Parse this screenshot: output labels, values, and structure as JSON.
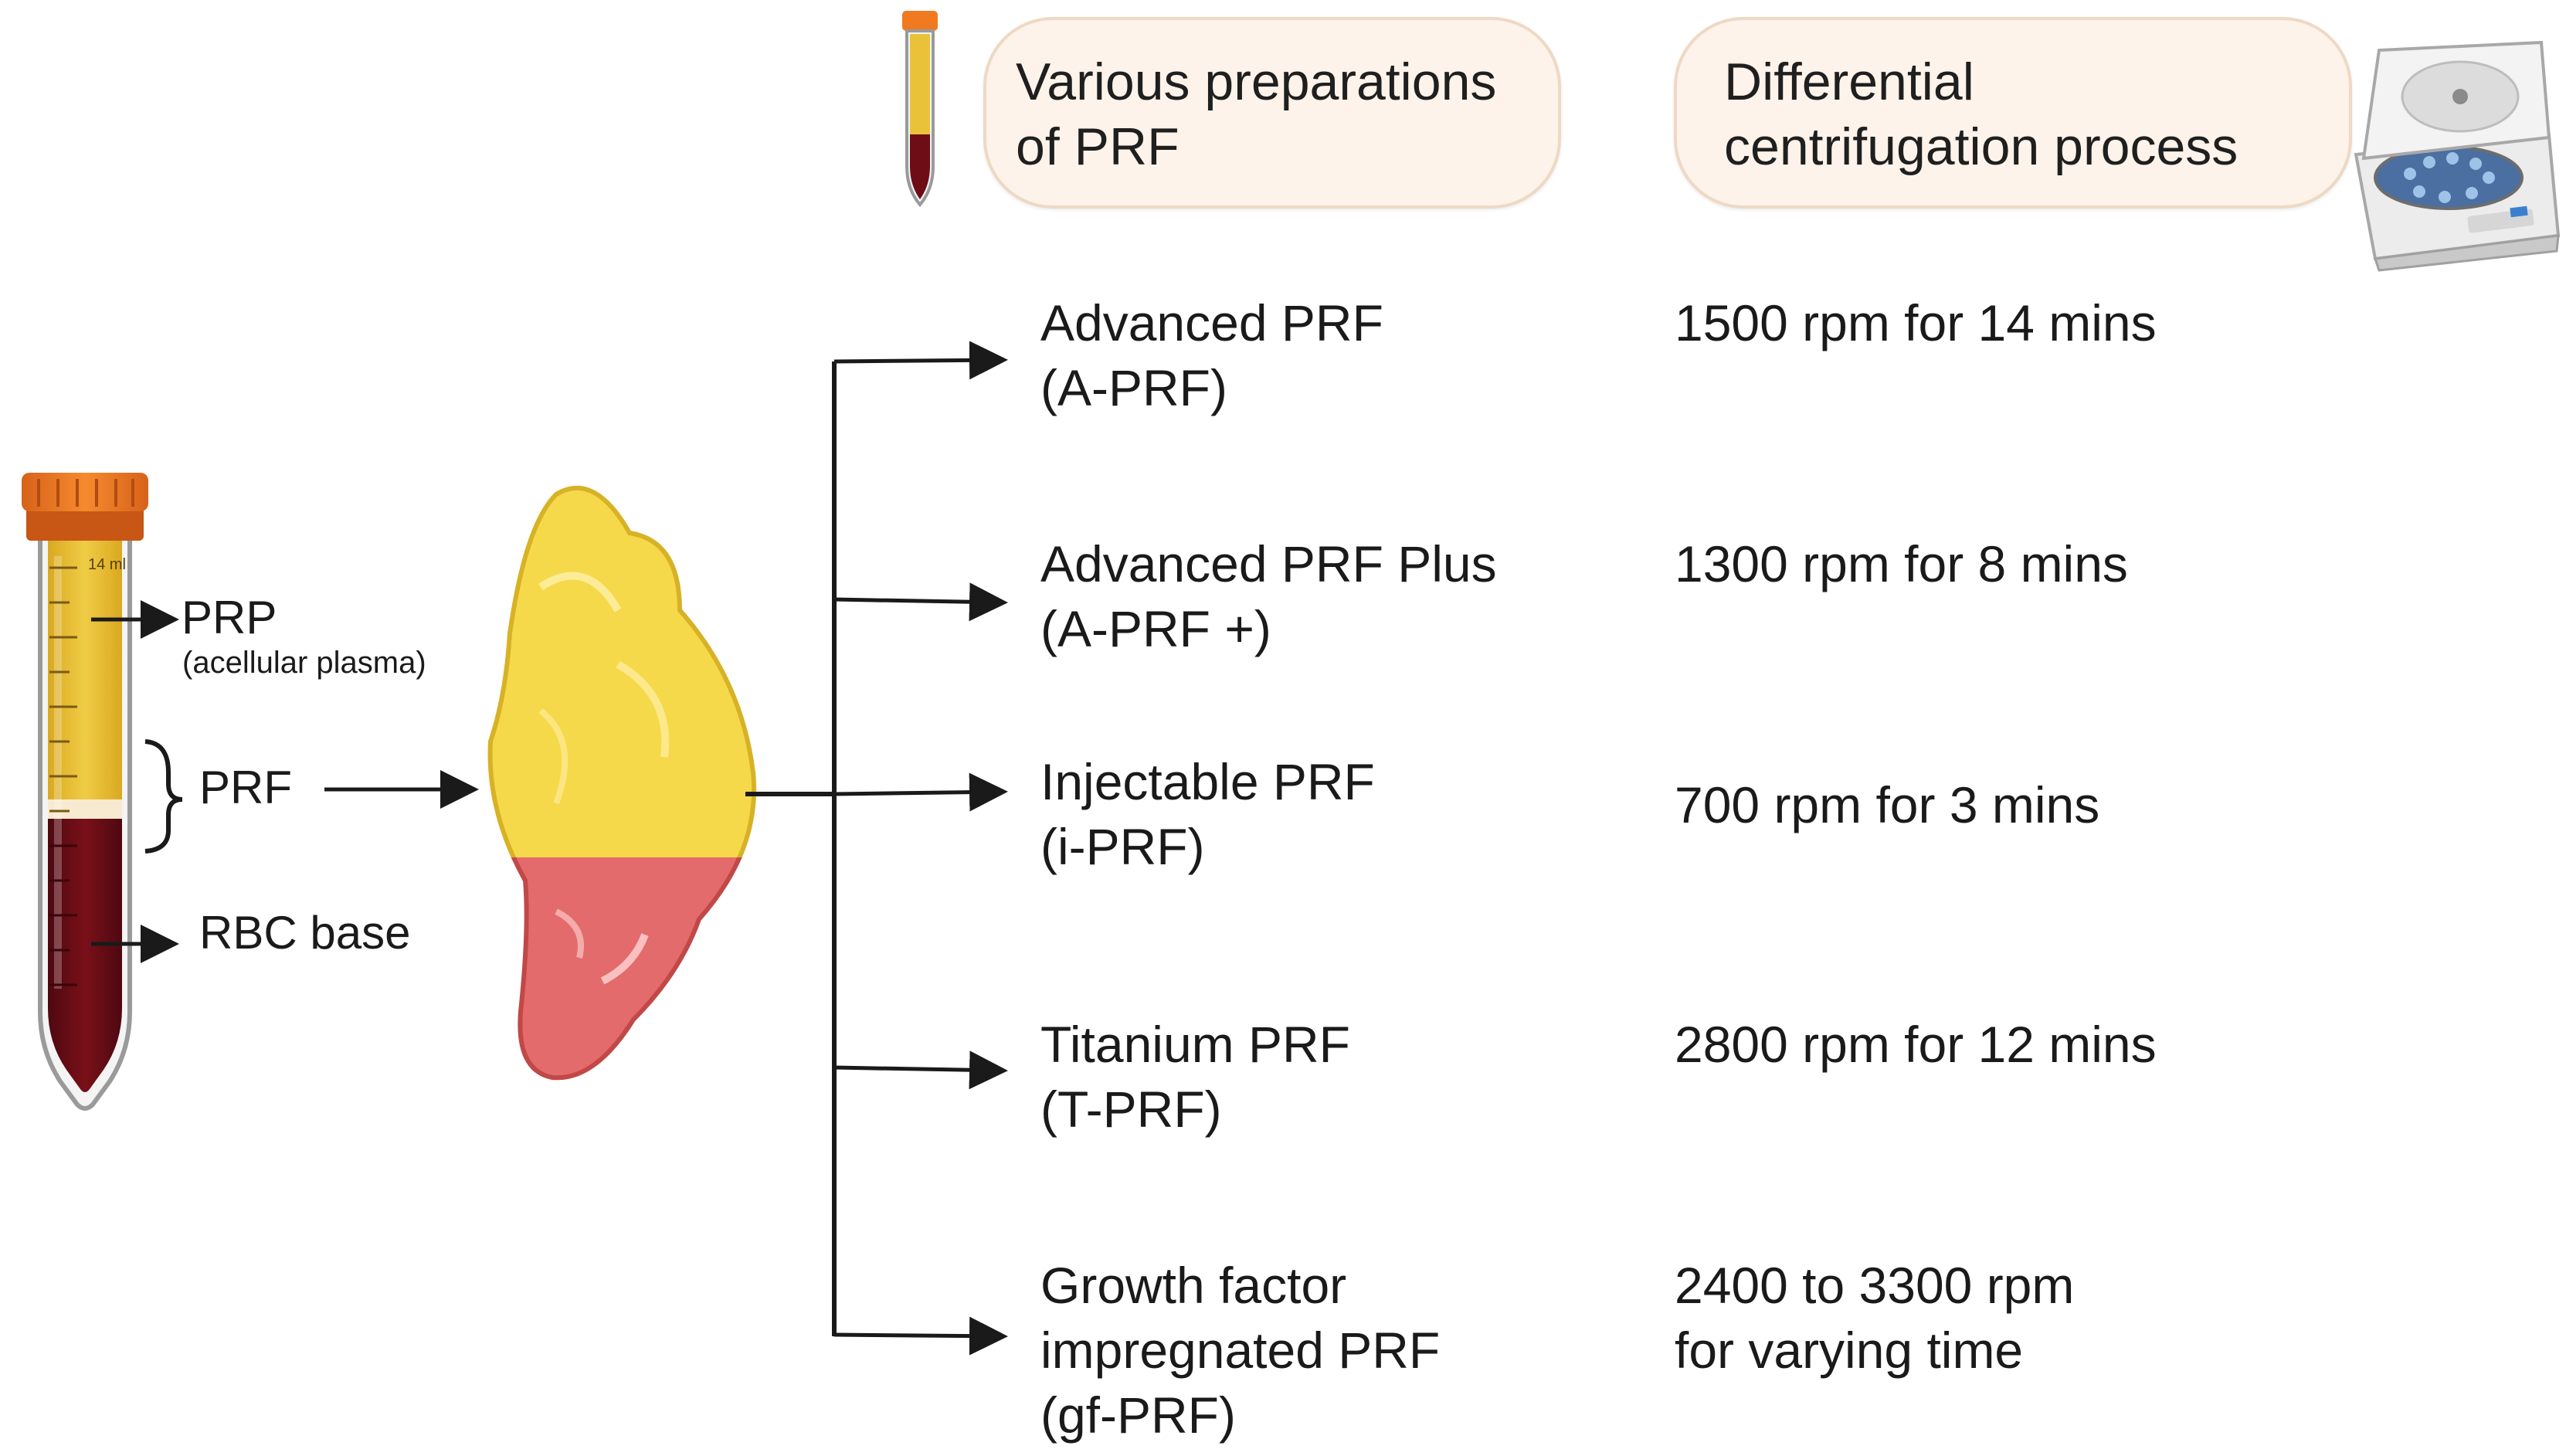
{
  "header": {
    "preparations_title": "Various preparations\nof PRF",
    "centrifugation_title": "Differential\ncentrifugation process"
  },
  "tube_labels": {
    "prp": "PRP",
    "prp_note": "(acellular plasma)",
    "prf": "PRF",
    "rbc": "RBC base",
    "scale_top": "14 ml"
  },
  "rows": [
    {
      "name": "Advanced PRF\n(A-PRF)",
      "process": "1500 rpm for 14 mins"
    },
    {
      "name": "Advanced PRF Plus\n(A-PRF +)",
      "process": "1300 rpm for 8 mins"
    },
    {
      "name": "Injectable PRF\n(i-PRF)",
      "process": "700 rpm for 3 mins"
    },
    {
      "name": "Titanium PRF\n(T-PRF)",
      "process": "2800 rpm for 12 mins"
    },
    {
      "name": "Growth factor\nimpregnated PRF\n(gf-PRF)",
      "process": "2400 to 3300 rpm\nfor varying time"
    }
  ],
  "colors": {
    "plasma": "#e9c23a",
    "blood": "#6e0d16",
    "cap": "#f07a1f",
    "clot_yellow": "#f6d94a",
    "clot_red": "#e46b6b",
    "pill_border": "#eed9c4",
    "pill_fill": "#fdf3ea"
  }
}
